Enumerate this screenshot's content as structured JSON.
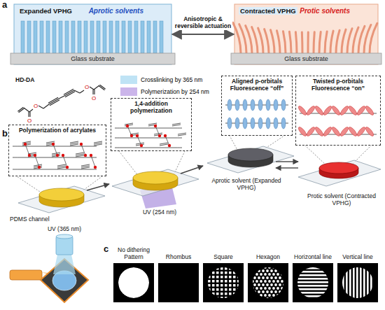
{
  "diagram": {
    "nodes": [
      {
        "text": [
          "Expanded VPHG",
          "Aprotic solvents"
        ]
      },
      {
        "text": [
          "Glass substrate"
        ],
        "in": 0
      },
      {
        "text": [
          "Contracted VPHG",
          "Protic solvents"
        ]
      },
      {
        "text": [
          "Glass substrate"
        ],
        "in": 2
      },
      {
        "text": [
          "Polymerization of acrylates"
        ]
      },
      {
        "text": [
          "1,4-addition polymerization"
        ]
      },
      {
        "text": [
          "Aligned p-orbitals Fluorescence “off”"
        ]
      },
      {
        "text": [
          "Twisted p-orbitals Fluorescence “on”"
        ]
      },
      {
        "text": [
          "No dithering Pattern"
        ]
      },
      {
        "text": [
          "Rhombus"
        ]
      },
      {
        "text": [
          "Square"
        ]
      },
      {
        "text": [
          "Hexagon"
        ]
      },
      {
        "text": [
          "Horizontal line"
        ]
      },
      {
        "text": [
          "Vertical line"
        ]
      }
    ],
    "edges": [
      {
        "from": 0,
        "to": 2,
        "arrow": "both",
        "label": "Anisotropic & reversible actuation"
      }
    ],
    "labels": [
      "a",
      "b",
      "HD-DA",
      "O",
      "O",
      "O",
      "O",
      "PDMS channel",
      "UV (254 nm)",
      "Aprotic solvent (Expanded VPHG)",
      "Protic solvent (Contracted VPHG)",
      "UV (365 nm)",
      "c"
    ],
    "legend": [
      {
        "text": "Crosslinking by 365 nm",
        "color": "#bfe3f5"
      },
      {
        "text": "Polymerization by 254 nm",
        "color": "#cbb5ea"
      }
    ]
  }
}
